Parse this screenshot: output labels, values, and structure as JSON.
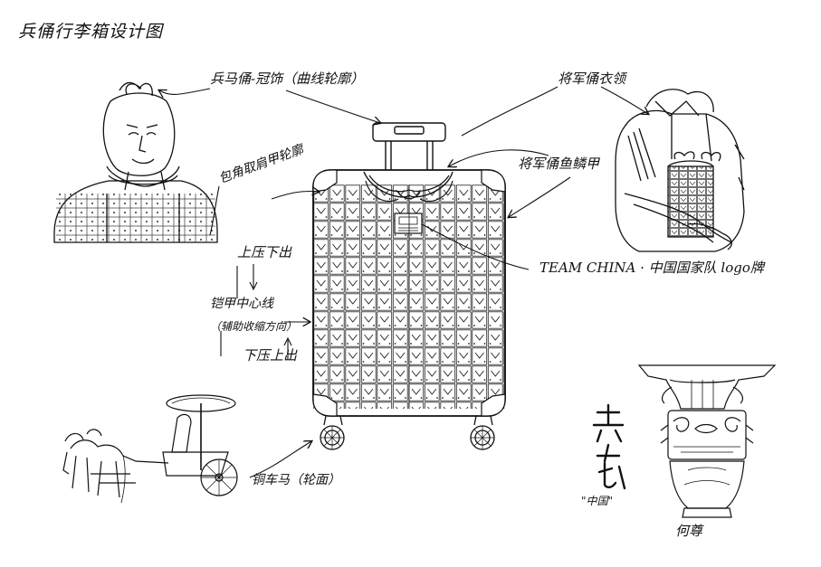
{
  "title": "兵俑行李箱设计图",
  "annotations": {
    "guan_shi": "兵马俑-冠饰（曲线轮廓）",
    "yi_ling": "将军俑衣领",
    "jia_bei": "包角取肩甲轮廓",
    "lin_jia": "将军俑鱼鳞甲",
    "logo": "TEAM CHINA · 中国国家队 logo牌",
    "push_down": "上压下出",
    "armor_center_1": "铠甲中心线",
    "armor_center_2": "（辅助收缩方向）",
    "push_up": "下压上出",
    "chariot": "铜车马（轮面）",
    "zhongguo": "\"中国\"",
    "he_zun": "何尊"
  }
}
